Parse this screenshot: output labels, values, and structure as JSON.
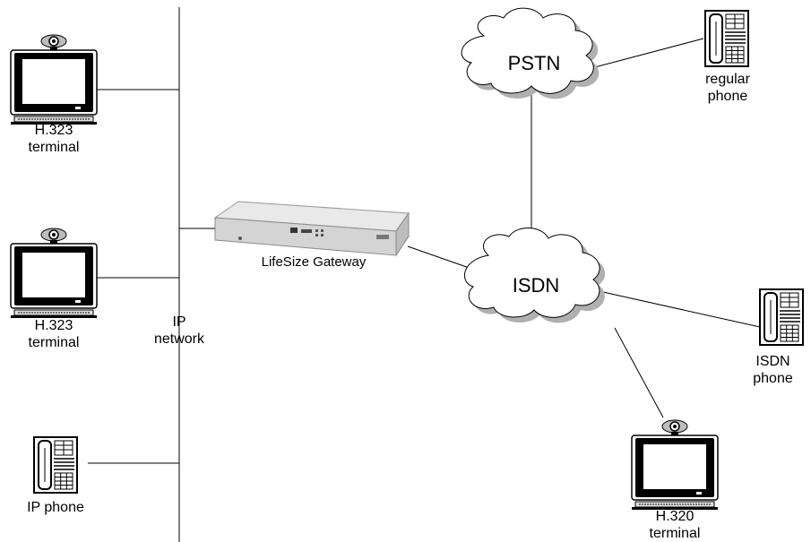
{
  "clouds": {
    "pstn": "PSTN",
    "isdn": "ISDN"
  },
  "labels": {
    "terminal1_line1": "H.323",
    "terminal1_line2": "terminal",
    "terminal2_line1": "H.323",
    "terminal2_line2": "terminal",
    "ip_phone": "IP phone",
    "ip_network_line1": "IP",
    "ip_network_line2": "network",
    "gateway": "LifeSize Gateway",
    "regular_phone_line1": "regular",
    "regular_phone_line2": "phone",
    "isdn_phone_line1": "ISDN",
    "isdn_phone_line2": "phone",
    "h320_line1": "H.320",
    "h320_line2": "terminal"
  },
  "icons": {
    "terminal": "video-terminal-icon",
    "phone": "desk-phone-icon",
    "gateway": "gateway-appliance-icon",
    "cloud": "network-cloud-icon"
  }
}
